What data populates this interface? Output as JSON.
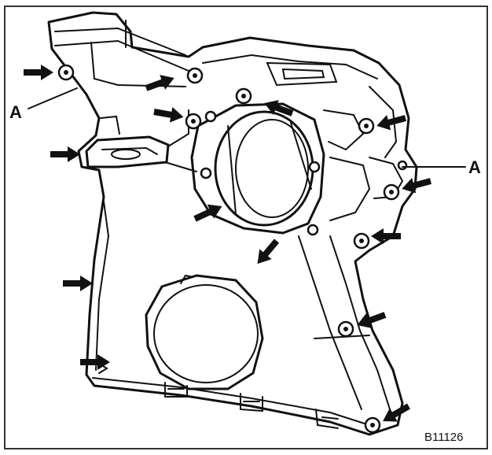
{
  "figure": {
    "callouts": [
      {
        "label": "A"
      },
      {
        "label": "A"
      }
    ],
    "figure_id": "B11126",
    "colors": {
      "ink": "#111111",
      "background": "#ffffff",
      "frame": "#333333"
    },
    "icons": [
      "bolt-arrow-icon"
    ]
  }
}
